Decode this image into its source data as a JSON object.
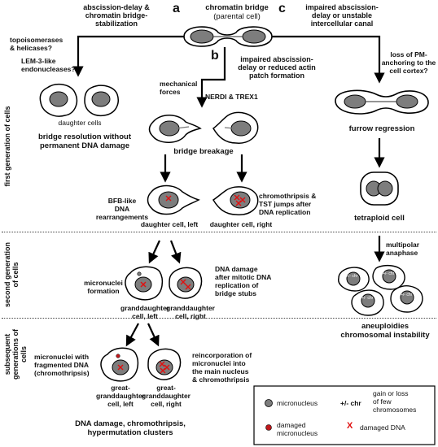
{
  "top": {
    "bridge_title": "chromatin bridge",
    "bridge_sub": "(parental cell)",
    "path_a_letter": "a",
    "path_b_letter": "b",
    "path_c_letter": "c",
    "path_a_text": "abscission-delay &\nchromatin bridge-\nstabilization",
    "path_b_text": "impaired abscission-\ndelay or reduced actin\npatch formation",
    "path_c_text": "impaired abscission-\ndelay or unstable\nintercellular canal"
  },
  "left_branch": {
    "topo": "topoisomerases\n& helicases?",
    "lem": "LEM-3-like\nendonucleases?",
    "daughter_cells": "daughter cells",
    "resolution": "bridge resolution without\npermanent DNA damage"
  },
  "middle_branch": {
    "mech": "mechanical\nforces",
    "nerdi": "NERDI & TREX1",
    "breakage": "bridge breakage",
    "bfb": "BFB-like\nDNA rearrangements",
    "chromo": "chromothripsis &\nTST jumps after\nDNA replication",
    "dl": "daughter cell, left",
    "dr": "daughter cell, right",
    "micronuclei_formation": "micronuclei\nformation",
    "dna_damage": "DNA damage\nafter mitotic DNA\nreplication of\nbridge stubs",
    "gdl": "granddaughter\ncell, left",
    "gdr": "granddaughter\ncell, right",
    "micro_frag": "micronuclei with\nfragmented DNA\n(chromothripsis)",
    "reincorp": "reincorporation of\nmicronuclei into\nthe main nucleus\n& chromothripsis",
    "ggl": "great-\ngranddaughter\ncell, left",
    "ggr": "great-\ngranddaughter\ncell, right",
    "final": "DNA damage, chromothripsis,\nhypermutation clusters"
  },
  "right_branch": {
    "loss_pm": "loss of PM-\nanchoring to the\ncell cortex?",
    "furrow": "furrow regression",
    "tetraploid": "tetraploid cell",
    "multipolar": "multipolar\nanaphase",
    "chr": "+/- chr",
    "aneuploidies": "aneuploidies\nchromosomal instability"
  },
  "side_labels": {
    "first": "first generation of cells",
    "second": "second generation\nof cells",
    "subsequent": "subsequent\ngenerations of cells"
  },
  "legend": {
    "micronucleus": "micronucleus",
    "chr_symbol": "+/- chr",
    "chr_text": "gain or loss\nof few\nchromosomes",
    "damaged_micro": "damaged\nmicronucleus",
    "x_symbol": "X",
    "damaged_dna": "damaged DNA"
  },
  "colors": {
    "nucleus": "#7d7d7d",
    "damage": "#e01010",
    "damaged_micro": "#c0181c"
  }
}
